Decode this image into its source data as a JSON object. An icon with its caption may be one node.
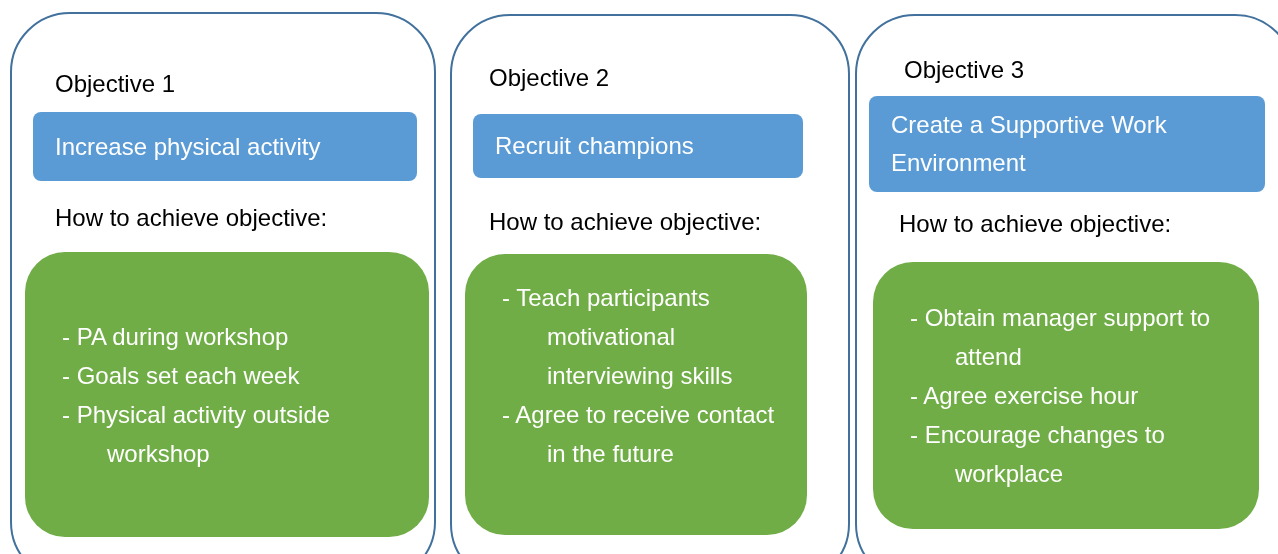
{
  "diagram": {
    "nodes": [
      {
        "text": [
          "Objective 1",
          "How to achieve objective:"
        ]
      },
      {
        "text": [
          "Increase physical activity"
        ],
        "in": 0
      },
      {
        "text": [
          "- PA during workshop",
          "- Goals set each week",
          "- Physical activity outside workshop"
        ],
        "in": 0
      },
      {
        "text": [
          "Objective 2",
          "How to achieve objective:"
        ]
      },
      {
        "text": [
          "Recruit champions"
        ],
        "in": 3
      },
      {
        "text": [
          "- Teach participants motivational interviewing skills",
          "- Agree to receive contact in the future"
        ],
        "in": 3
      },
      {
        "text": [
          "Objective 3",
          "How to achieve objective:"
        ]
      },
      {
        "text": [
          "Create a Supportive Work Environment"
        ],
        "in": 6
      },
      {
        "text": [
          "- Obtain manager support to attend",
          "- Agree exercise hour",
          "- Encourage changes to workplace"
        ],
        "in": 6
      }
    ],
    "edges": []
  }
}
